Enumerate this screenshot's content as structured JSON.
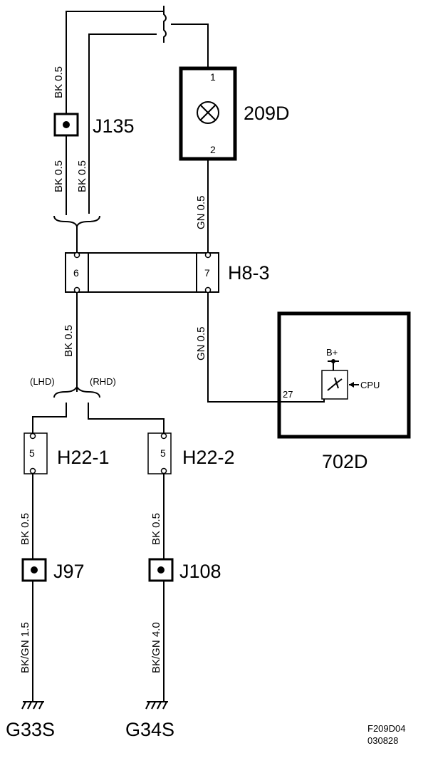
{
  "components": {
    "j135": "J135",
    "lamp": "209D",
    "lamp_pin1": "1",
    "lamp_pin2": "2",
    "h8_3": "H8-3",
    "h8_3_pin6": "6",
    "h8_3_pin7": "7",
    "ecu": "702D",
    "ecu_pin": "27",
    "ecu_bplus": "B+",
    "ecu_cpu": "CPU",
    "h22_1": "H22-1",
    "h22_1_pin": "5",
    "h22_2": "H22-2",
    "h22_2_pin": "5",
    "j97": "J97",
    "j108": "J108",
    "g33s": "G33S",
    "g34s": "G34S"
  },
  "wires": {
    "top_left": "BK  0.5",
    "mid_left_a": "BK 0.5",
    "mid_left_b": "BK 0.5",
    "lamp_to_h8": "GN  0.5",
    "h8_to_ecu": "GN  0.5",
    "h8_down": "BK  0.5",
    "h22_1_down": "BK    0.5",
    "h22_2_down": "BK    0.5",
    "j97_down": "BK/GN  1.5",
    "j108_down": "BK/GN  4.0"
  },
  "variants": {
    "lhd": "(LHD)",
    "rhd": "(RHD)"
  },
  "footer": {
    "figure_id": "F209D04",
    "date_code": "030828"
  }
}
